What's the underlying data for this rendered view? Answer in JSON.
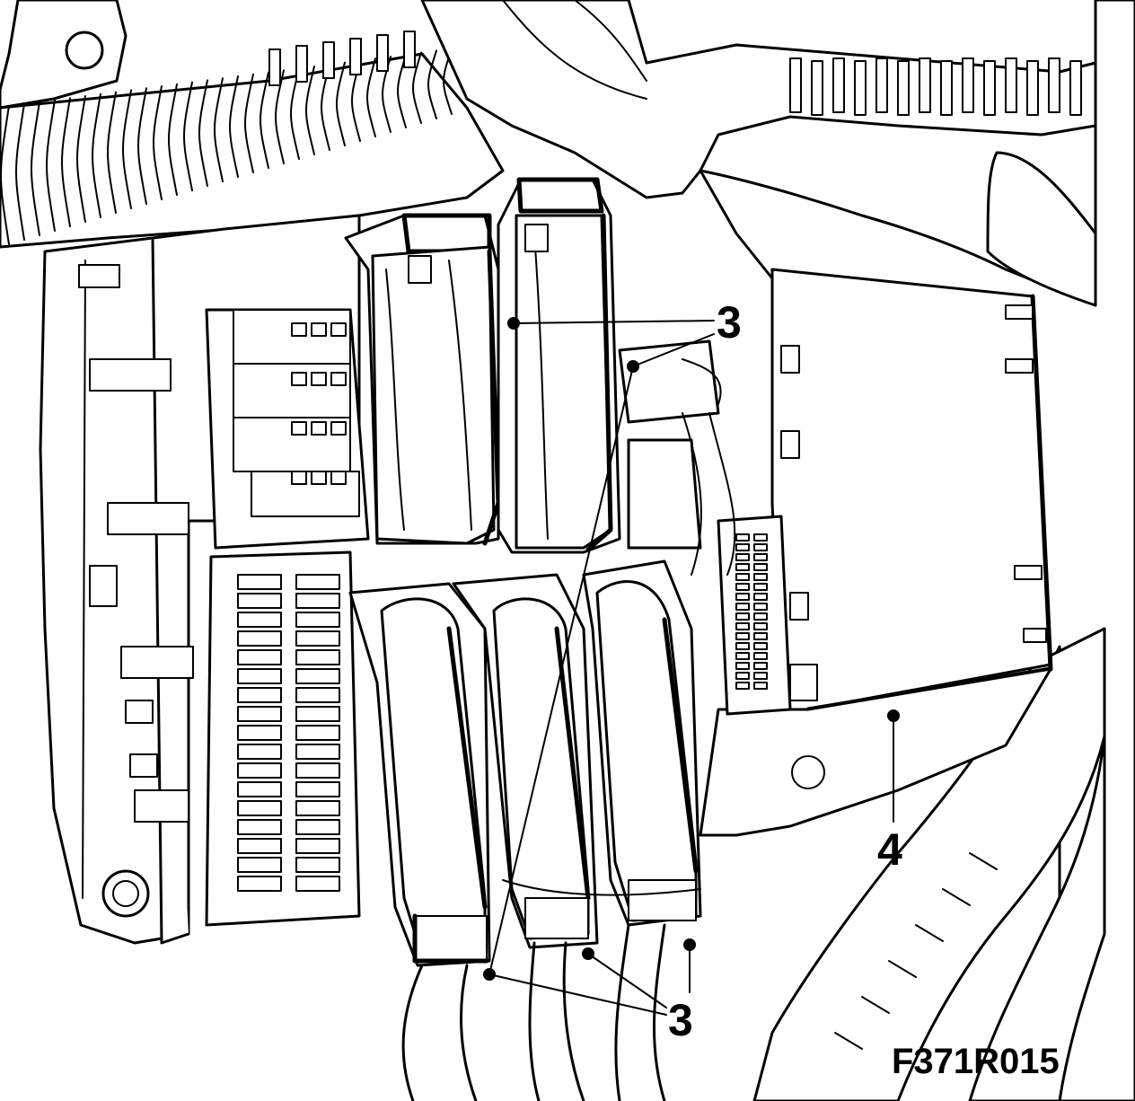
{
  "figure_id": "F371R015",
  "callouts": {
    "top": "3",
    "bottom": "3",
    "right": "4"
  }
}
